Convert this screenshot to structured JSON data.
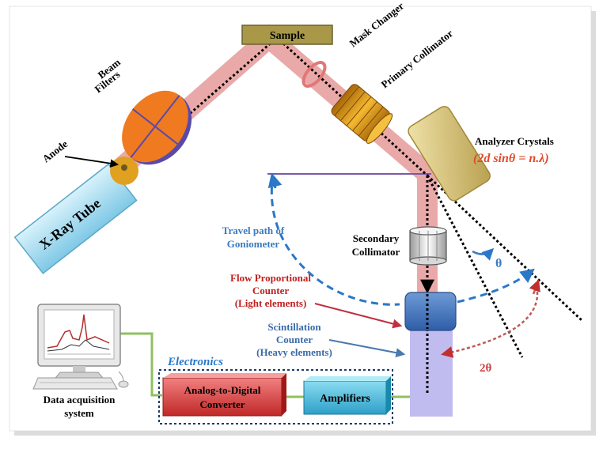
{
  "labels": {
    "xray_tube": "X-Ray Tube",
    "anode": "Anode",
    "beam_filters_1": "Beam",
    "beam_filters_2": "Filters",
    "sample": "Sample",
    "mask_changer": "Mask Changer",
    "primary_collimator": "Primary Collimator",
    "analyzer_crystals": "Analyzer Crystals",
    "bragg_law": "(2d sinθ = n.λ)",
    "travel_path_1": "Travel path of",
    "travel_path_2": "Goniometer",
    "secondary_collimator_1": "Secondary",
    "secondary_collimator_2": "Collimator",
    "theta": "θ",
    "two_theta": "2θ",
    "flow_counter_1": "Flow Proportional",
    "flow_counter_2": "Counter",
    "flow_counter_3": "(Light elements)",
    "scint_counter_1": "Scintillation",
    "scint_counter_2": "Counter",
    "scint_counter_3": "(Heavy elements)",
    "electronics": "Electronics",
    "adc_1": "Analog-to-Digital",
    "adc_2": "Converter",
    "amplifiers": "Amplifiers",
    "data_acq_1": "Data acquisition",
    "data_acq_2": "system"
  },
  "colors": {
    "beam": "#e8a0a0",
    "tube": "#a8dcf0",
    "anode": "#e0a020",
    "filter": "#f07a20",
    "sample": "#a89848",
    "collimator": "#e8a018",
    "crystal": "#d8c070",
    "flow_counter": "#4a7ec0",
    "scint_counter": "#c0bcf0",
    "adc": "#e03c3c",
    "amplifier": "#40b8d8",
    "goniometer_path": "#2a78c8",
    "theta_label": "#3a7ac0",
    "two_theta_label": "#d04040",
    "bragg_text": "#e04a2a",
    "flow_label": "#c02020",
    "scint_label": "#3a6aa8",
    "wire": "#90c060"
  }
}
